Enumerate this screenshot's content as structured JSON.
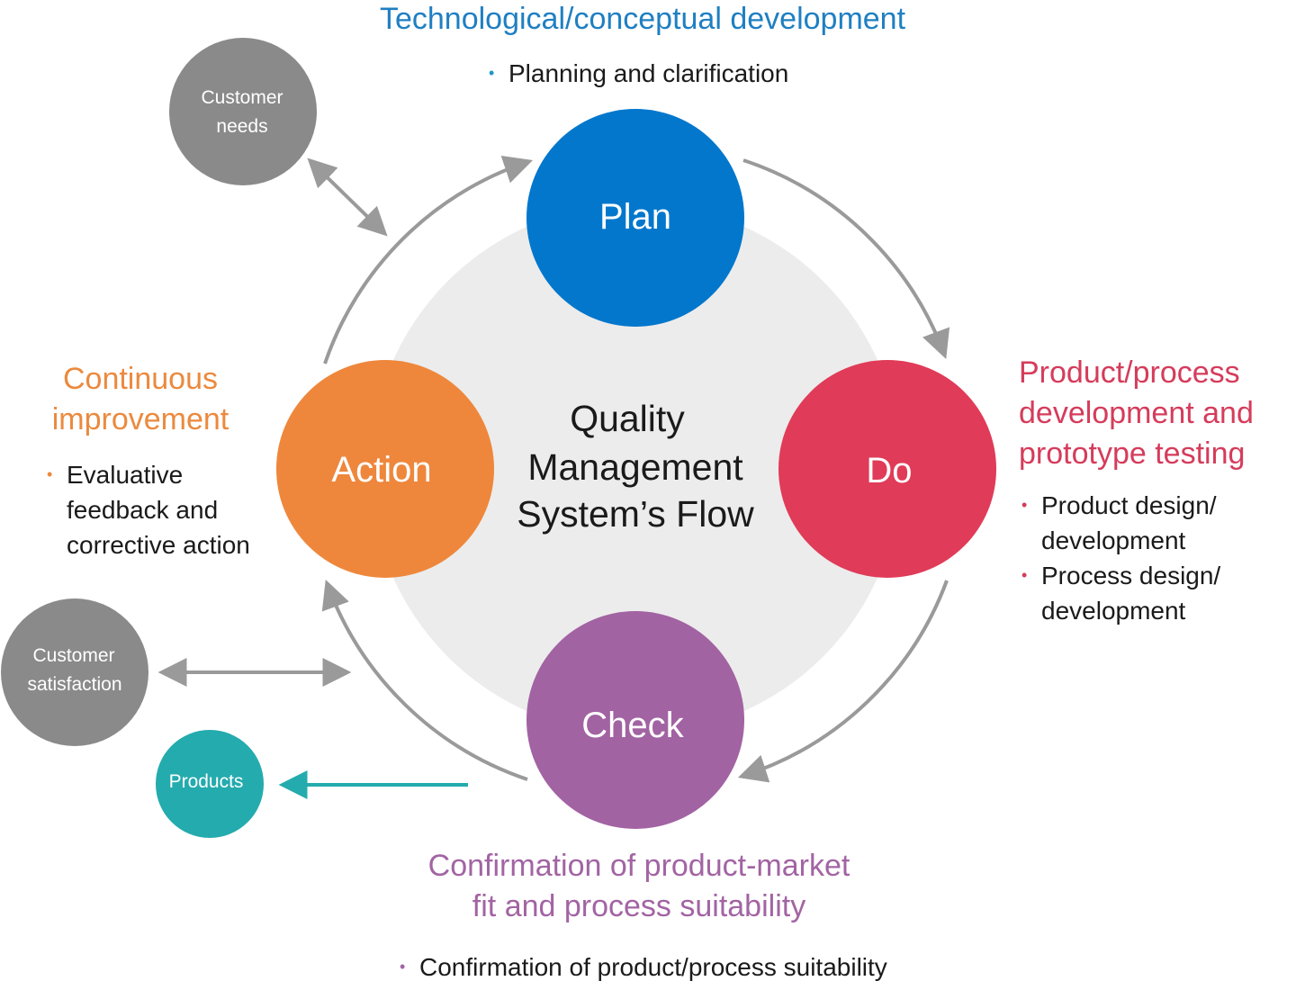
{
  "colors": {
    "plan": "#0277CC",
    "do": "#E03B58",
    "check": "#A263A2",
    "action": "#EE873C",
    "customer": "#8A8A8A",
    "products": "#24ABAE",
    "hub": "#ECECEC",
    "arrow": "#9A9A9A",
    "products_arrow": "#24ABAE"
  },
  "center_title": [
    "Quality",
    "Management",
    "System’s Flow"
  ],
  "phases": {
    "plan": "Plan",
    "do": "Do",
    "check": "Check",
    "action": "Action"
  },
  "plan_section": {
    "heading": "Technological/conceptual development",
    "bullets": [
      "Planning and clarification"
    ]
  },
  "do_section": {
    "heading": [
      "Product/process",
      "development and",
      "prototype testing"
    ],
    "bullets": [
      [
        "Product design/",
        "development"
      ],
      [
        "Process design/",
        "development"
      ]
    ]
  },
  "check_section": {
    "heading": [
      "Confirmation of product-market",
      "fit and process suitability"
    ],
    "bullets": [
      "Confirmation of product/process suitability"
    ]
  },
  "action_section": {
    "heading": [
      "Continuous",
      "improvement"
    ],
    "bullets": [
      [
        "Evaluative",
        "feedback and",
        "corrective action"
      ]
    ]
  },
  "side_nodes": {
    "customer_needs": [
      "Customer",
      "needs"
    ],
    "customer_satisfaction": [
      "Customer",
      "satisfaction"
    ],
    "products": "Products"
  }
}
